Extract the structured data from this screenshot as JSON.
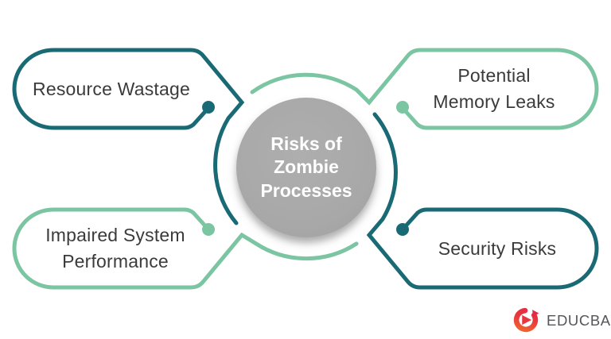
{
  "diagram": {
    "center_label": "Risks of Zombie Processes",
    "items": [
      {
        "label": "Resource Wastage",
        "position": "top-left",
        "outline": "teal"
      },
      {
        "label": "Potential Memory Leaks",
        "position": "top-right",
        "outline": "mint"
      },
      {
        "label": "Impaired System Performance",
        "position": "bottom-left",
        "outline": "mint"
      },
      {
        "label": "Security Risks",
        "position": "bottom-right",
        "outline": "teal"
      }
    ]
  },
  "colors": {
    "teal": "#1a6a75",
    "mint": "#7cc5a3",
    "center_circle_gray": "#a8a8a8",
    "center_text": "#ffffff",
    "label_text": "#3b3b3b",
    "logo_red": "#e8353f",
    "logo_orange": "#f2692b",
    "wordmark_gray": "#54565a",
    "background": "#ffffff"
  },
  "branding": {
    "wordmark": "EDUCBA"
  }
}
